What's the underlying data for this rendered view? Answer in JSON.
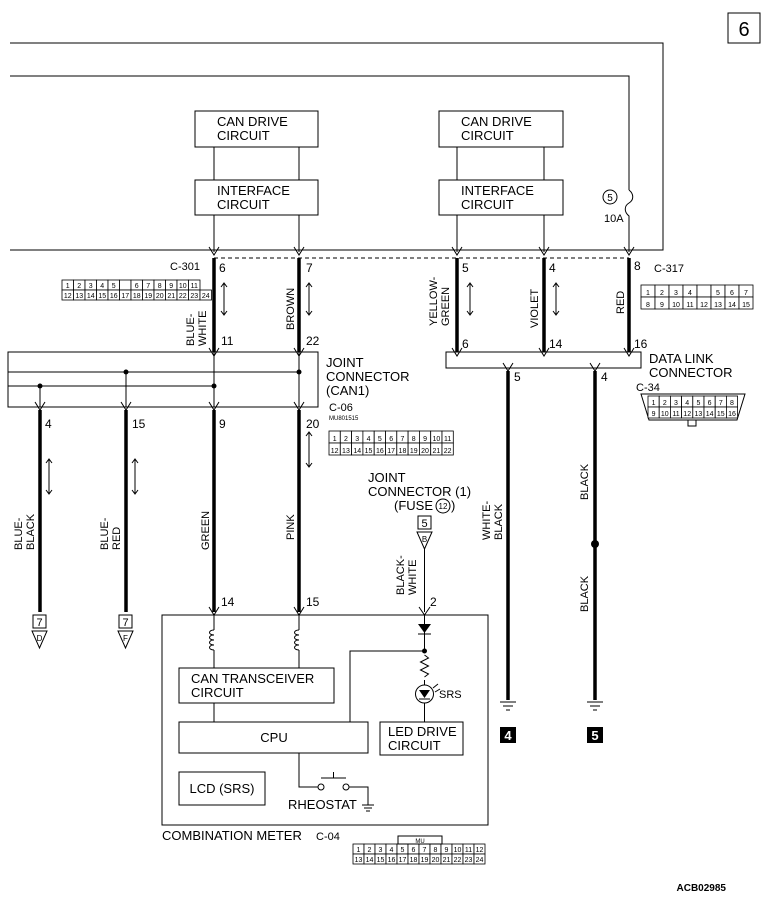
{
  "page_number": "6",
  "figure_code": "ACB02985",
  "blocks": {
    "can_drive_l": [
      "CAN DRIVE",
      "CIRCUIT"
    ],
    "can_drive_r": [
      "CAN DRIVE",
      "CIRCUIT"
    ],
    "interface_l": [
      "INTERFACE",
      "CIRCUIT"
    ],
    "interface_r": [
      "INTERFACE",
      "CIRCUIT"
    ],
    "can_transceiver": [
      "CAN TRANSCEIVER",
      "CIRCUIT"
    ],
    "cpu": "CPU",
    "led_drive": [
      "LED DRIVE",
      "CIRCUIT"
    ],
    "lcd": "LCD (SRS)",
    "rheostat": "RHEOSTAT",
    "srs": "SRS"
  },
  "fuse": {
    "number": "5",
    "rating": "10A"
  },
  "connectors": {
    "c301": {
      "id": "C-301",
      "top_row": [
        "1",
        "2",
        "3",
        "4",
        "5",
        "",
        "6",
        "7",
        "8",
        "9",
        "10",
        "11"
      ],
      "bottom_row": [
        "12",
        "13",
        "14",
        "15",
        "16",
        "17",
        "18",
        "19",
        "20",
        "21",
        "22",
        "23",
        "24"
      ]
    },
    "c317": {
      "id": "C-317",
      "top_row": [
        "1",
        "2",
        "3",
        "4",
        "",
        "5",
        "6",
        "7"
      ],
      "bottom_row": [
        "8",
        "9",
        "10",
        "11",
        "12",
        "13",
        "14",
        "15"
      ]
    },
    "c06": {
      "id": "C-06",
      "part": "MU801515",
      "top_row": [
        "1",
        "2",
        "3",
        "4",
        "5",
        "6",
        "7",
        "8",
        "9",
        "10",
        "11"
      ],
      "bottom_row": [
        "12",
        "13",
        "14",
        "15",
        "16",
        "17",
        "18",
        "19",
        "20",
        "21",
        "22"
      ]
    },
    "c34": {
      "id": "C-34",
      "top_row": [
        "1",
        "2",
        "3",
        "4",
        "5",
        "6",
        "7",
        "8"
      ],
      "bottom_row": [
        "9",
        "10",
        "11",
        "12",
        "13",
        "14",
        "15",
        "16"
      ]
    },
    "c04": {
      "id": "C-04",
      "tab": "MU",
      "top_row": [
        "1",
        "2",
        "3",
        "4",
        "5",
        "6",
        "7",
        "8",
        "9",
        "10",
        "11",
        "12"
      ],
      "bottom_row": [
        "13",
        "14",
        "15",
        "16",
        "17",
        "18",
        "19",
        "20",
        "21",
        "22",
        "23",
        "24"
      ]
    }
  },
  "labels": {
    "joint_can1": [
      "JOINT",
      "CONNECTOR",
      "(CAN1)"
    ],
    "joint_1": [
      "JOINT",
      "CONNECTOR (1)",
      "(FUSE",
      ")"
    ],
    "joint_1_fuse_no": "12",
    "joint_1_box": "5",
    "joint_1_letter": "B",
    "data_link": [
      "DATA LINK",
      "CONNECTOR"
    ],
    "combination_meter": "COMBINATION METER",
    "ground_a": "4",
    "ground_b": "5",
    "dest_d_num": "7",
    "dest_d_letter": "D",
    "dest_f_num": "7",
    "dest_f_letter": "F"
  },
  "pins": {
    "c301_a": "6",
    "c301_b": "7",
    "c301_c": "11",
    "c301_d": "22",
    "c317_a": "5",
    "c317_b": "4",
    "c317_c": "8",
    "dl_a": "6",
    "dl_b": "14",
    "dl_c": "16",
    "dl_d": "5",
    "dl_e": "4",
    "can1_a": "4",
    "can1_b": "15",
    "can1_c": "9",
    "can1_d": "20",
    "meter_a": "14",
    "meter_b": "15",
    "meter_c": "2"
  },
  "wires": {
    "blue_white": [
      "BLUE-",
      "WHITE"
    ],
    "brown": "BROWN",
    "yellow_green": [
      "YELLOW-",
      "GREEN"
    ],
    "violet": "VIOLET",
    "red": "RED",
    "blue_black": [
      "BLUE-",
      "BLACK"
    ],
    "blue_red": [
      "BLUE-",
      "RED"
    ],
    "green": "GREEN",
    "pink": "PINK",
    "black_white": [
      "BLACK-",
      "WHITE"
    ],
    "white_black": [
      "WHITE-",
      "BLACK"
    ],
    "black_1": "BLACK",
    "black_2": "BLACK"
  }
}
